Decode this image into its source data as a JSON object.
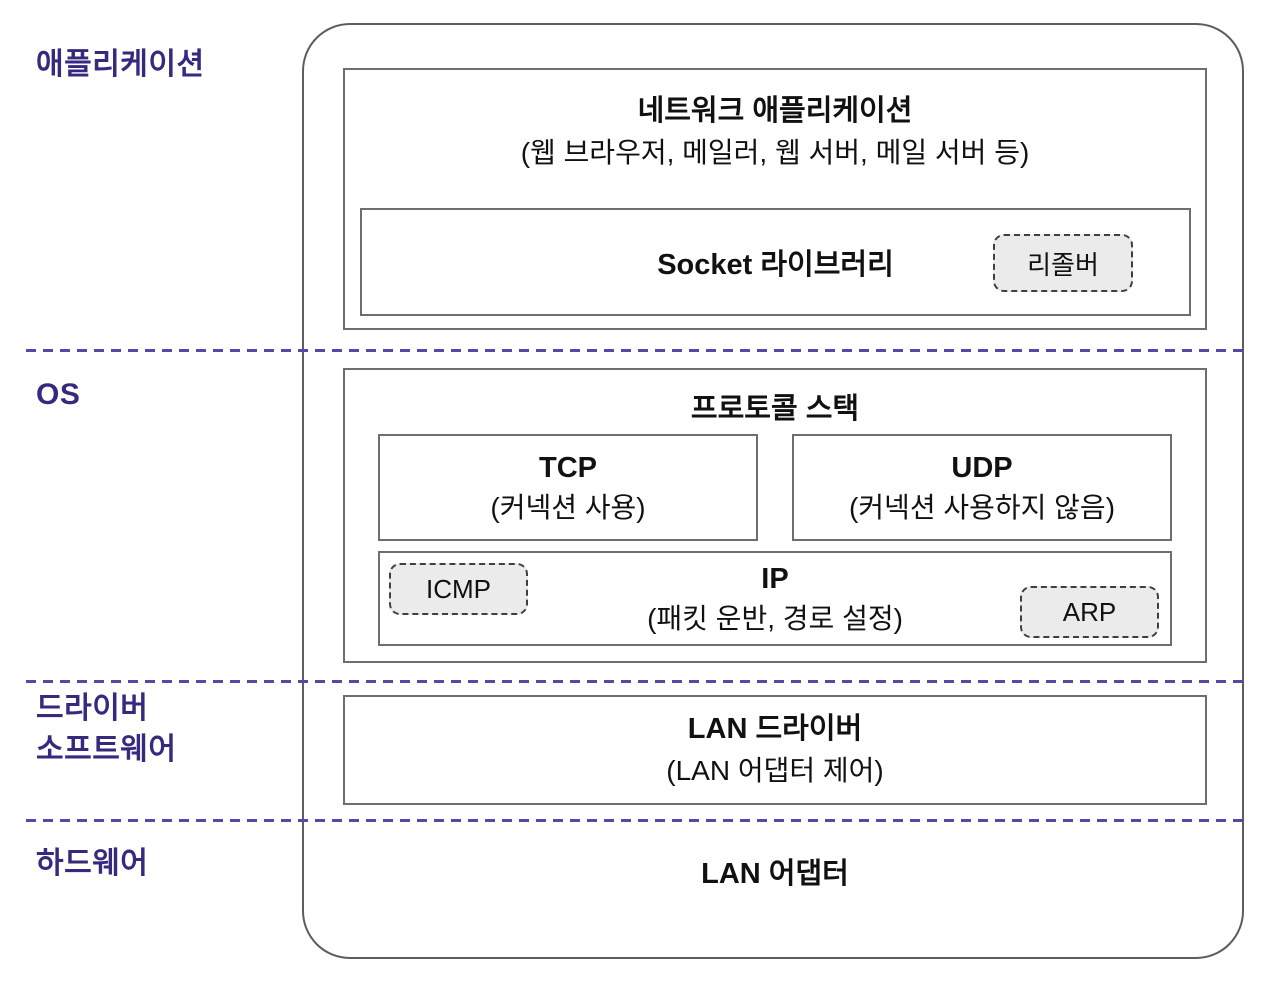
{
  "colors": {
    "label": "#372a7e",
    "dashed_line": "#5748a5",
    "border_outer": "#5d5d5d",
    "border_inner": "#6e6e6e",
    "chip_fill": "#ebebeb",
    "chip_border": "#3f3f3f",
    "text": "#111111"
  },
  "layers": {
    "application": "애플리케이션",
    "os": "OS",
    "driver": "드라이버\n소프트웨어",
    "hardware": "하드웨어"
  },
  "application": {
    "title": "네트워크 애플리케이션",
    "subtitle": "(웹 브라우저, 메일러, 웹 서버, 메일 서버 등)",
    "socket": {
      "label": "Socket 라이브러리",
      "resolver": "리졸버"
    }
  },
  "protocol_stack": {
    "title": "프로토콜 스택",
    "tcp": {
      "title": "TCP",
      "subtitle": "(커넥션 사용)"
    },
    "udp": {
      "title": "UDP",
      "subtitle": "(커넥션 사용하지 않음)"
    },
    "ip": {
      "title": "IP",
      "subtitle": "(패킷 운반, 경로 설정)",
      "icmp": "ICMP",
      "arp": "ARP"
    }
  },
  "driver": {
    "title": "LAN 드라이버",
    "subtitle": "(LAN 어댑터 제어)"
  },
  "hardware": {
    "title": "LAN 어댑터"
  }
}
